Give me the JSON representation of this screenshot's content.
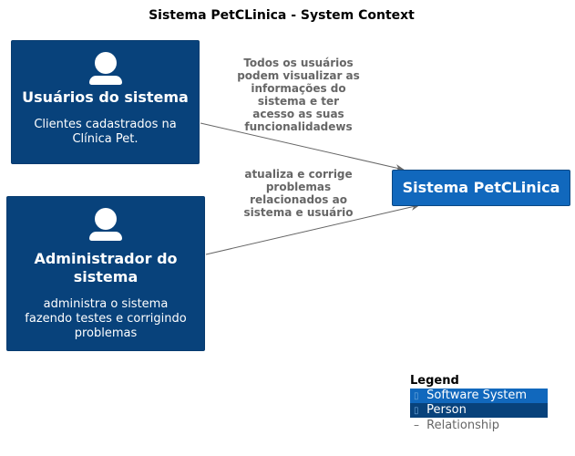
{
  "diagram": {
    "title": "Sistema PetCLinica - System Context",
    "nodes": [
      {
        "id": "usuarios",
        "kind": "person",
        "name": "Usuários do sistema",
        "description_lines": [
          "Clientes cadastrados na",
          "Clínica Pet."
        ],
        "icon": "person-icon"
      },
      {
        "id": "admin",
        "kind": "person",
        "name_lines": [
          "Administrador do",
          "sistema"
        ],
        "description_lines": [
          "administra o sistema",
          "fazendo testes e corrigindo",
          "problemas"
        ],
        "icon": "person-icon"
      },
      {
        "id": "petclinica",
        "kind": "software-system",
        "name": "Sistema PetCLinica"
      }
    ],
    "relationships": [
      {
        "from": "usuarios",
        "to": "petclinica",
        "label_lines": [
          "Todos os usuários",
          "podem visualizar as",
          "informações do",
          "sistema e ter",
          "acesso as suas",
          "funcionalidadews"
        ]
      },
      {
        "from": "admin",
        "to": "petclinica",
        "label_lines": [
          "atualiza e corrige",
          "problemas",
          "relacionados ao",
          "sistema e usuário"
        ]
      }
    ]
  },
  "legend": {
    "title": "Legend",
    "items": [
      {
        "label": "Software System",
        "color": "#1168bd"
      },
      {
        "label": "Person",
        "color": "#08427b"
      },
      {
        "label": "Relationship",
        "color": "#666666"
      }
    ]
  },
  "colors": {
    "person": "#08427b",
    "software_system": "#1168bd",
    "relationship": "#666666"
  }
}
